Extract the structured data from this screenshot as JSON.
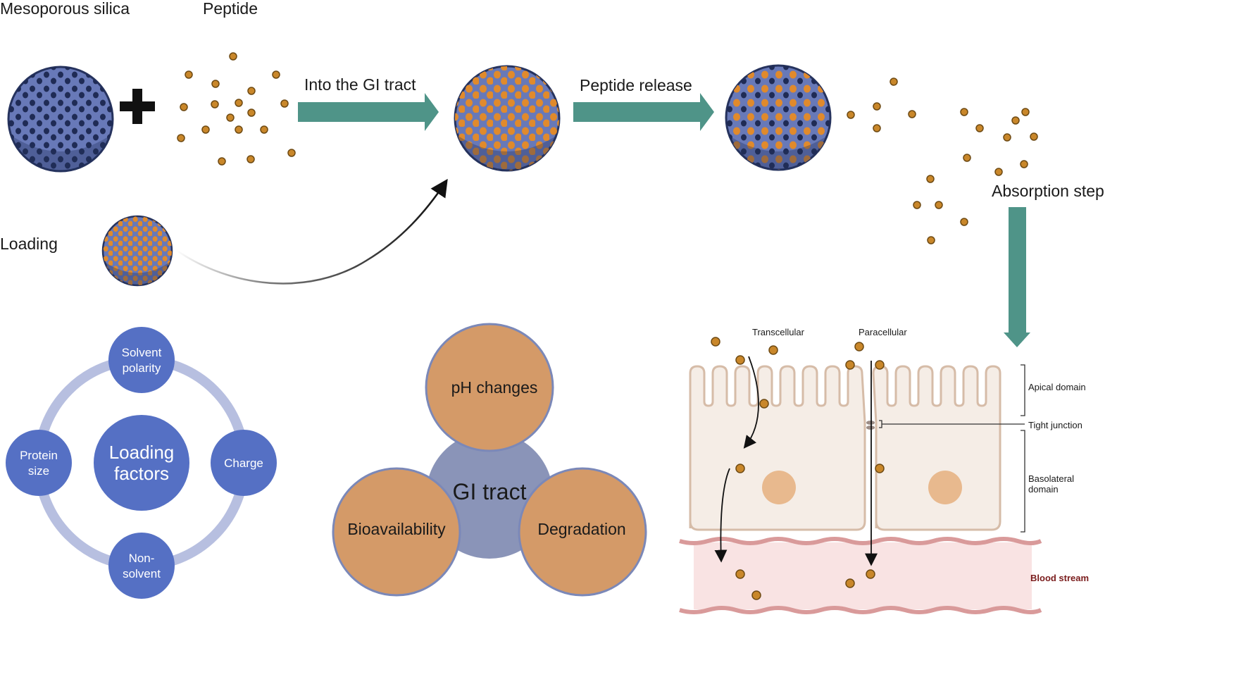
{
  "labels": {
    "mesoporous_silica": "Mesoporous silica",
    "peptide": "Peptide",
    "into_gi_tract": "Into the GI tract",
    "peptide_release": "Peptide release",
    "loading": "Loading",
    "absorption_step": "Absorption step"
  },
  "loading_factors": {
    "center_line1": "Loading",
    "center_line2": "factors",
    "solvent_polarity_line1": "Solvent",
    "solvent_polarity_line2": "polarity",
    "charge": "Charge",
    "non_solvent_line1": "Non-",
    "non_solvent_line2": "solvent",
    "protein_size_line1": "Protein",
    "protein_size_line2": "size"
  },
  "gi_tract": {
    "center": "GI tract",
    "top": "pH changes",
    "left": "Bioavailability",
    "right": "Degradation"
  },
  "absorption": {
    "transcellular": "Transcellular",
    "paracellular": "Paracellular",
    "apical_domain": "Apical domain",
    "tight_junction": "Tight junction",
    "basolateral_line1": "Basolateral",
    "basolateral_line2": "domain",
    "blood_stream": "Blood stream"
  },
  "colors": {
    "teal_arrow": "#4f9488",
    "silica": "#6879b8",
    "silica_dark": "#1f2b55",
    "peptide": "#c9872a",
    "factor_blue": "#5570c4",
    "ring": "#b7bfe0",
    "gi_orange": "#d49a68",
    "gi_blue": "#8a94b8",
    "cell": "#f5ede6",
    "blood": "#f9e3e3",
    "blood_label": "#7a1c1c"
  }
}
